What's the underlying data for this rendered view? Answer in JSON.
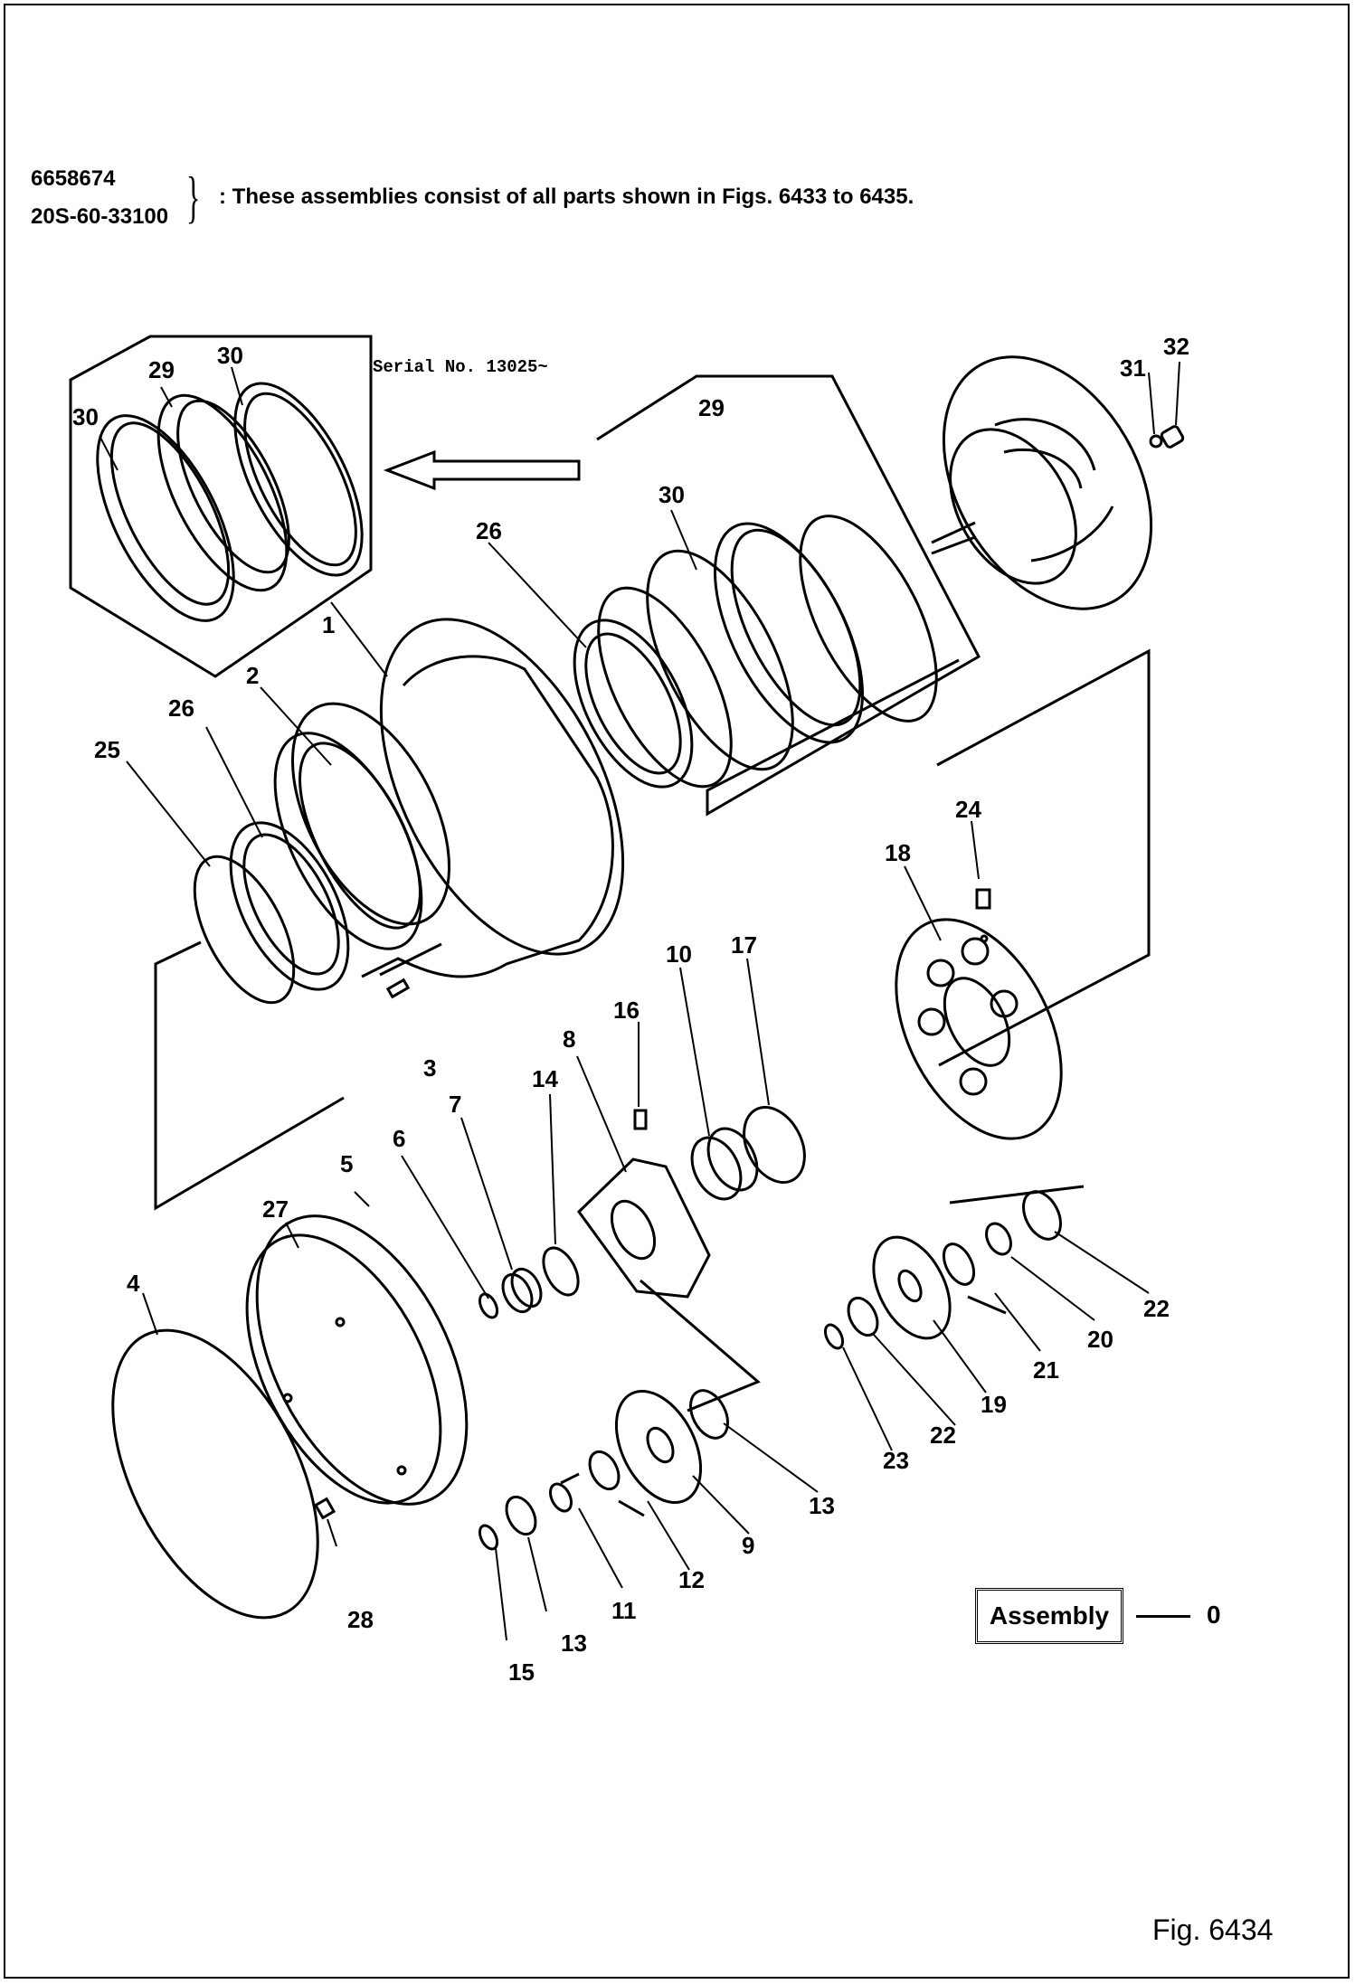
{
  "header": {
    "part_number_1": "6658674",
    "part_number_2": "20S-60-33100",
    "brace": "}",
    "note": ": These assemblies consist of all parts shown in Figs. 6433 to 6435."
  },
  "serial_note": "Serial No. 13025~",
  "callouts": {
    "c1": "1",
    "c2": "2",
    "c3": "3",
    "c4": "4",
    "c5": "5",
    "c6": "6",
    "c7": "7",
    "c8": "8",
    "c9": "9",
    "c10": "10",
    "c11": "11",
    "c12": "12",
    "c13a": "13",
    "c13b": "13",
    "c14": "14",
    "c15": "15",
    "c16": "16",
    "c17": "17",
    "c18": "18",
    "c19": "19",
    "c20": "20",
    "c21": "21",
    "c22a": "22",
    "c22b": "22",
    "c23": "23",
    "c24": "24",
    "c25": "25",
    "c26a": "26",
    "c26b": "26",
    "c27": "27",
    "c28": "28",
    "c29a": "29",
    "c29b": "29",
    "c30a": "30",
    "c30b": "30",
    "c30c": "30",
    "c31": "31",
    "c32": "32"
  },
  "assembly": {
    "label": "Assembly",
    "code": "0"
  },
  "figure_label": "Fig. 6434"
}
